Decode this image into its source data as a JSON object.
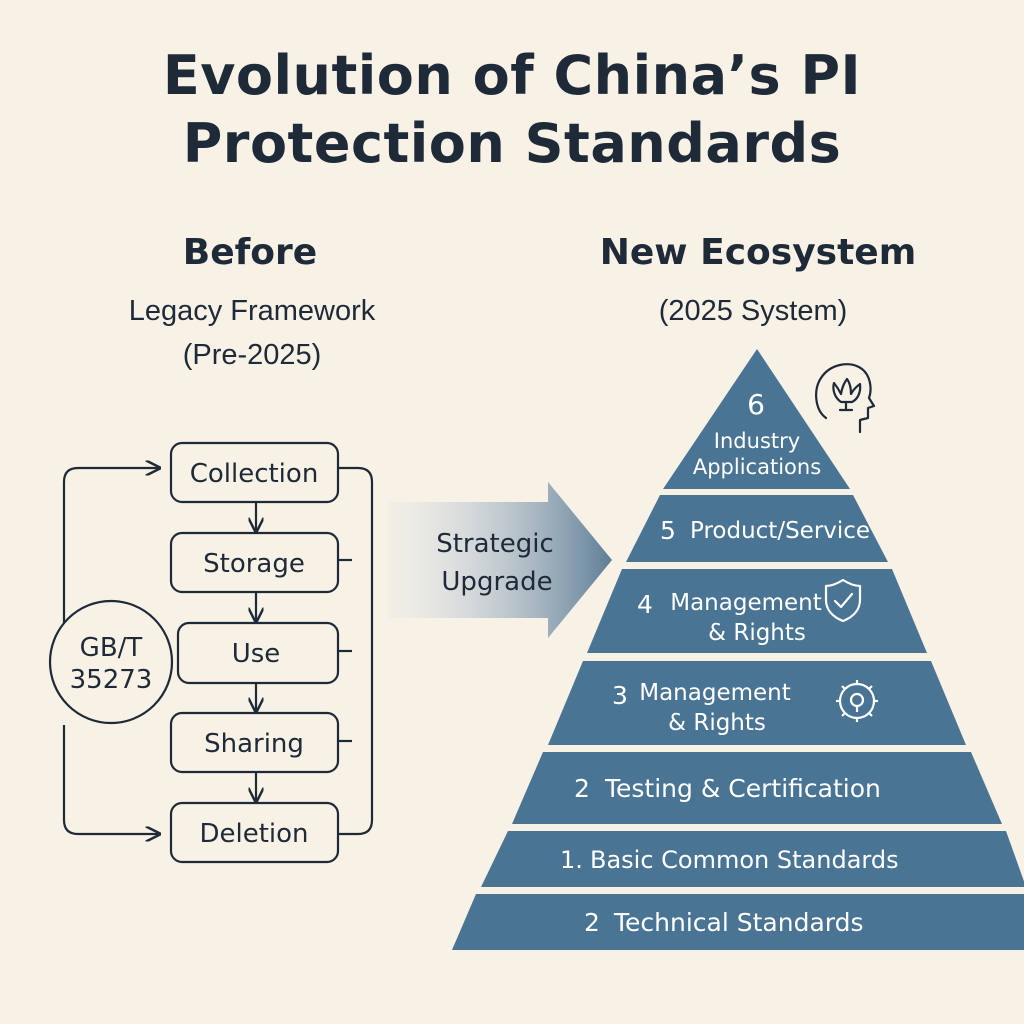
{
  "title": {
    "line1": "Evolution of China’s PI",
    "line2": "Protection Standards"
  },
  "before": {
    "heading": "Before",
    "subtitle": "Legacy Framework",
    "period": "(Pre-2025)",
    "standard_line1": "GB/T",
    "standard_line2": "35273",
    "lifecycle": [
      "Collection",
      "Storage",
      "Use",
      "Sharing",
      "Deletion"
    ]
  },
  "transition": {
    "line1": "Strategic",
    "line2": "Upgrade"
  },
  "after": {
    "heading": "New Ecosystem",
    "subtitle": "(2025 System)",
    "tiers": [
      {
        "number": "6",
        "line1": "Industry",
        "line2": "Applications",
        "icon": "head-lotus-icon"
      },
      {
        "number": "5",
        "line1": "Product/Service",
        "line2": "",
        "icon": ""
      },
      {
        "number": "4",
        "line1": "Management",
        "line2": "& Rights",
        "icon": "shield-check-icon"
      },
      {
        "number": "3",
        "line1": "Management",
        "line2": "& Rights",
        "icon": "gear-icon"
      },
      {
        "number": "2",
        "line1": "Testing & Certification",
        "line2": "",
        "icon": ""
      },
      {
        "number": "1.",
        "line1": "Basic Common Standards",
        "line2": "",
        "icon": ""
      },
      {
        "number": "2",
        "line1": "Technical Standards",
        "line2": "",
        "icon": ""
      }
    ]
  },
  "colors": {
    "background": "#f7f1e6",
    "text": "#1f2a38",
    "pyramid": "#4a7494",
    "arrow": "#5e7d97"
  }
}
